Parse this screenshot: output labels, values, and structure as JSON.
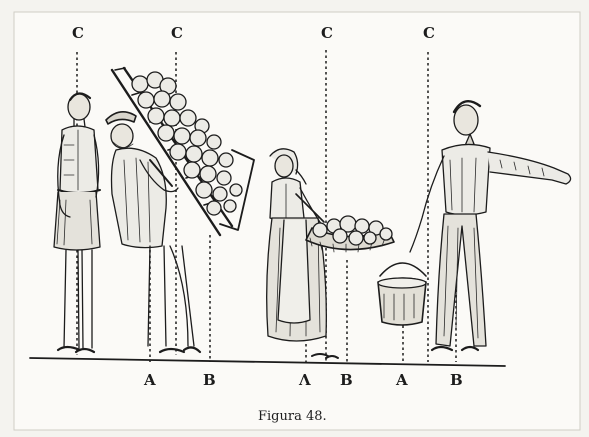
{
  "figure": {
    "caption": "Figura 48.",
    "labels": {
      "c": "C",
      "a": "A",
      "b": "B",
      "a_alt": "Λ"
    },
    "figures": [
      {
        "name": "standing-man"
      },
      {
        "name": "porter-with-ladder"
      },
      {
        "name": "woman-with-basket"
      },
      {
        "name": "man-with-pail"
      }
    ]
  }
}
